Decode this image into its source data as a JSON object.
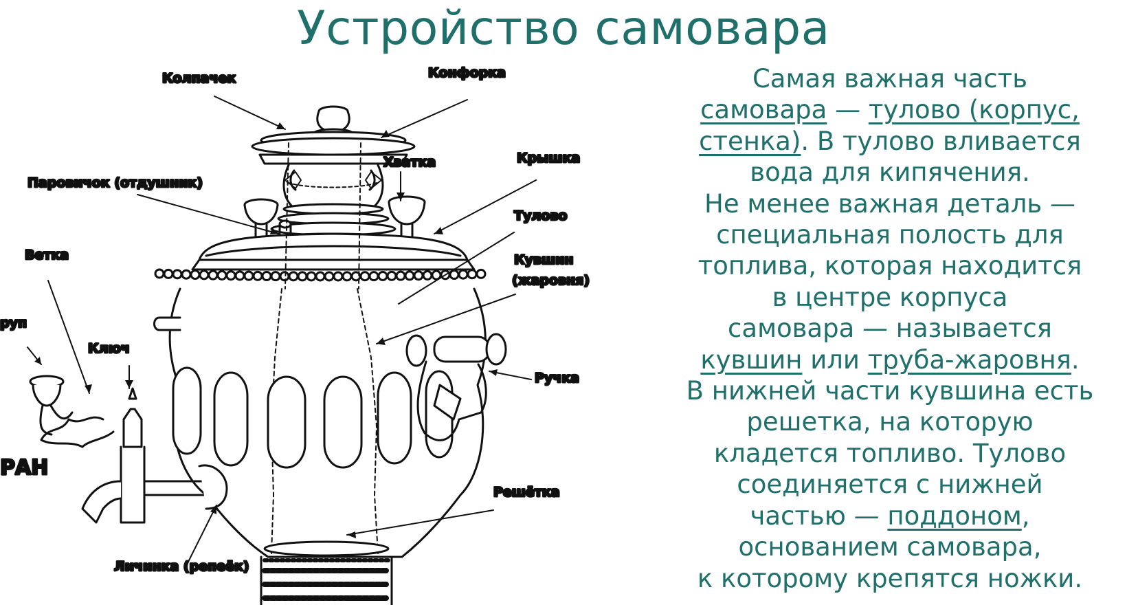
{
  "title": "Устройство самовара",
  "labels": {
    "kolpachek": "Колпачек",
    "konforka": "Конфорка",
    "khvatka": "Хватка",
    "kryshka": "Крышка",
    "parovichok": "Паровичок (отдушник)",
    "tulovo": "Тулово",
    "vetka": "Ветка",
    "kuvshin_1": "Кувшин",
    "kuvshin_2": "(жаровня)",
    "shurup": "руп",
    "klyuch": "Ключ",
    "ruchka": "Ручка",
    "kran": "РАН",
    "reshetka": "Решётка",
    "lichinka": "Личинка (репеёк)"
  },
  "text": {
    "l1": "Самая важная часть",
    "l2_link": "самовара",
    "l2_dash": " — ",
    "l2_link2": "тулово (корпус,",
    "l3_link": "стенка)",
    "l3_rest": ". В тулово вливается",
    "l4": "вода для кипячения.",
    "l5": "Не менее важная деталь —",
    "l6": "специальная полость для",
    "l7": "топлива, которая находится",
    "l8": "в центре корпуса",
    "l9": "самовара  — называется",
    "l10_link": "кувшин",
    "l10_mid": " или ",
    "l10_link2": "труба-жаровня",
    "l10_end": ".",
    "l11": "В нижней части кувшина есть",
    "l12": "решетка, на которую",
    "l13": "кладется топливо. Тулово",
    "l14": "соединяется с нижней",
    "l15_pre": "частью — ",
    "l15_link": "поддоном",
    "l15_end": ",",
    "l16": "основанием самовара,",
    "l17": "к которому крепятся ножки."
  }
}
